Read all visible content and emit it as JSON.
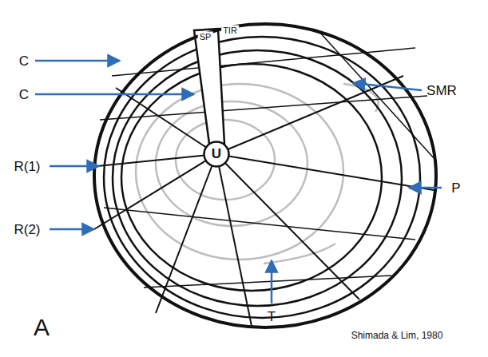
{
  "diagram": {
    "nodes": [
      {
        "text": [
          "U"
        ]
      }
    ],
    "labels": [
      "C",
      "C",
      "SMR",
      "R(1)",
      "P",
      "R(2)",
      "T",
      "SP",
      "TIR",
      "A",
      "Shimada & Lim, 1980"
    ]
  }
}
